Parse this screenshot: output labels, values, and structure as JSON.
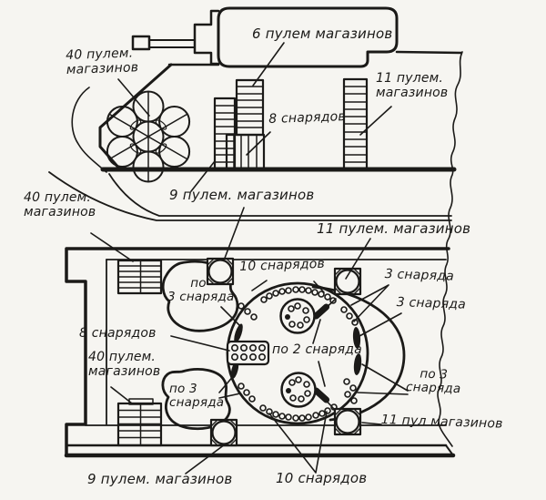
{
  "colors": {
    "ink": "#1b1a18",
    "paper": "#f6f5f1"
  },
  "side_view": {
    "mag40": {
      "line1": "40 пулем.",
      "line2": "магазинов"
    },
    "mag6": "6 пулем магазинов",
    "shells8": "8 снарядов",
    "mag11": {
      "line1": "11 пулем.",
      "line2": "магазинов"
    },
    "mag9": "9 пулем. магазинов"
  },
  "top_view": {
    "mag11_top": "11 пулем. магазинов",
    "shells10_top": "10 снарядов",
    "mag40_front": {
      "line1": "40 пулем.",
      "line2": "магазинов"
    },
    "po3_front": {
      "line1": "по",
      "line2": "3 снаряда"
    },
    "shells3_a": "3 снаряда",
    "shells3_b": "3 снаряда",
    "shells8": "8 снарядов",
    "po2": "по 2 снаряда",
    "mag40_rear": {
      "line1": "40 пулем.",
      "line2": "магазинов"
    },
    "po3_rear": {
      "line1": "по 3",
      "line2": "снаряда"
    },
    "po3_right": {
      "line1": "по 3",
      "line2": "снаряда"
    },
    "mag11_bottom": "11 пул магазинов",
    "mag9_bottom": "9 пулем. магазинов",
    "shells10_bottom": "10 снарядов"
  }
}
